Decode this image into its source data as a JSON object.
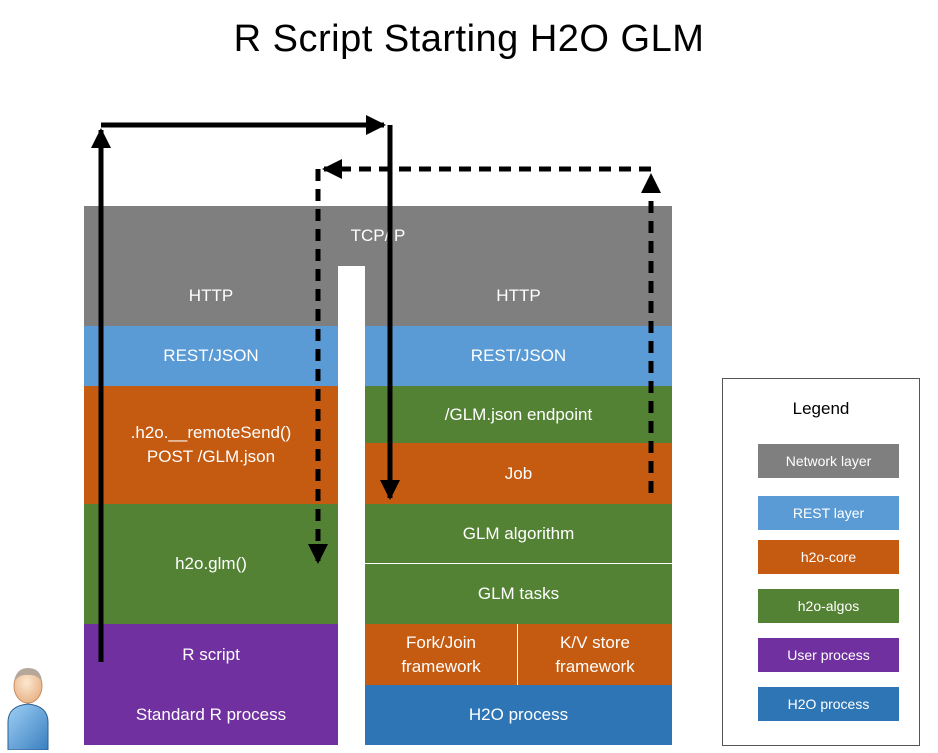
{
  "title": "R Script Starting H2O GLM",
  "colors": {
    "network": "#7f7f7f",
    "rest": "#5b9bd5",
    "core": "#c55a11",
    "algos": "#548235",
    "user": "#7030a0",
    "h2o_process": "#2e75b6"
  },
  "stack": {
    "tcpip": "TCP/IP",
    "left": {
      "http": "HTTP",
      "rest": "REST/JSON",
      "remote_send": ".h2o.__remoteSend()\nPOST /GLM.json",
      "glm_call": "h2o.glm()",
      "r_script": "R script",
      "process": "Standard R process"
    },
    "right": {
      "http": "HTTP",
      "rest": "REST/JSON",
      "endpoint": "/GLM.json endpoint",
      "job": "Job",
      "glm_algorithm": "GLM algorithm",
      "glm_tasks": "GLM tasks",
      "fork_join": "Fork/Join\nframework",
      "kv_store": "K/V store\nframework",
      "process": "H2O process"
    }
  },
  "legend": {
    "title": "Legend",
    "items": [
      {
        "label": "Network layer"
      },
      {
        "label": "REST layer"
      },
      {
        "label": "h2o-core"
      },
      {
        "label": "h2o-algos"
      },
      {
        "label": "User process"
      },
      {
        "label": "H2O process"
      }
    ]
  },
  "icons": {
    "user": "user-icon"
  }
}
